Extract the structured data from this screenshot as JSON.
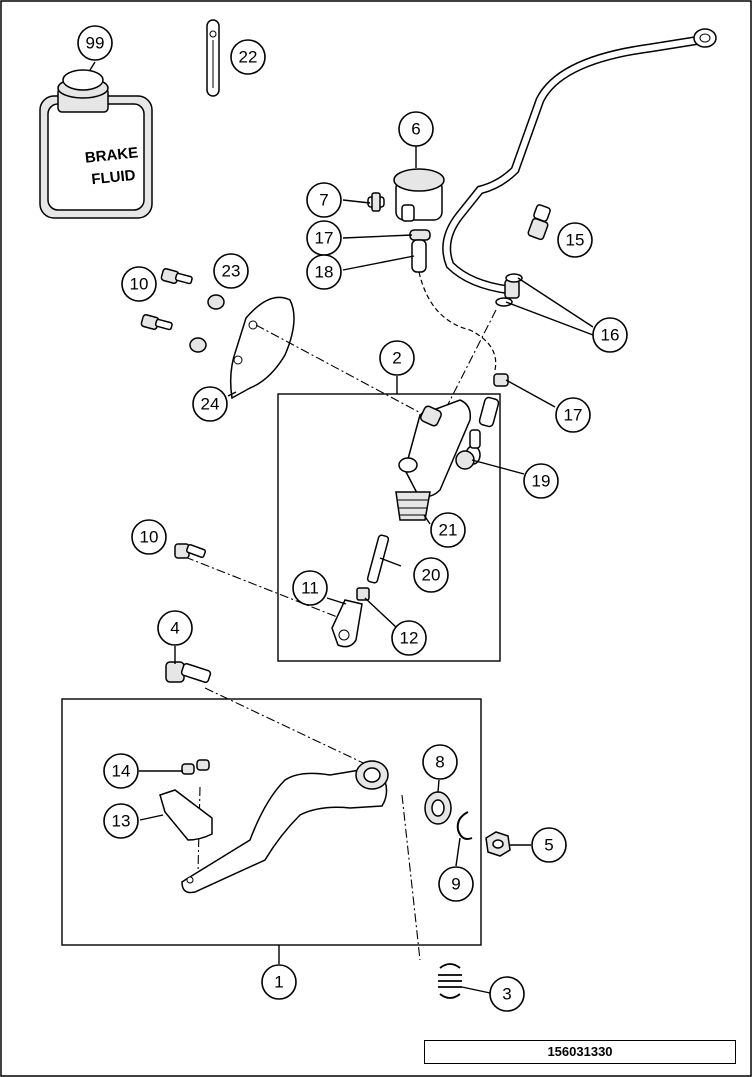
{
  "diagram": {
    "drawing_number": "156031330",
    "fluid_bottle_label_line1": "BRAKE",
    "fluid_bottle_label_line2": "FLUID",
    "callouts": [
      {
        "id": "c99",
        "number": "99"
      },
      {
        "id": "c22",
        "number": "22"
      },
      {
        "id": "c6",
        "number": "6"
      },
      {
        "id": "c7",
        "number": "7"
      },
      {
        "id": "c17a",
        "number": "17"
      },
      {
        "id": "c18",
        "number": "18"
      },
      {
        "id": "c15",
        "number": "15"
      },
      {
        "id": "c16",
        "number": "16"
      },
      {
        "id": "c10a",
        "number": "10"
      },
      {
        "id": "c23",
        "number": "23"
      },
      {
        "id": "c24",
        "number": "24"
      },
      {
        "id": "c2",
        "number": "2"
      },
      {
        "id": "c17b",
        "number": "17"
      },
      {
        "id": "c19",
        "number": "19"
      },
      {
        "id": "c21",
        "number": "21"
      },
      {
        "id": "c10b",
        "number": "10"
      },
      {
        "id": "c20",
        "number": "20"
      },
      {
        "id": "c11",
        "number": "11"
      },
      {
        "id": "c12",
        "number": "12"
      },
      {
        "id": "c4",
        "number": "4"
      },
      {
        "id": "c14",
        "number": "14"
      },
      {
        "id": "c8",
        "number": "8"
      },
      {
        "id": "c13",
        "number": "13"
      },
      {
        "id": "c5",
        "number": "5"
      },
      {
        "id": "c9",
        "number": "9"
      },
      {
        "id": "c1",
        "number": "1"
      },
      {
        "id": "c3",
        "number": "3"
      }
    ]
  }
}
